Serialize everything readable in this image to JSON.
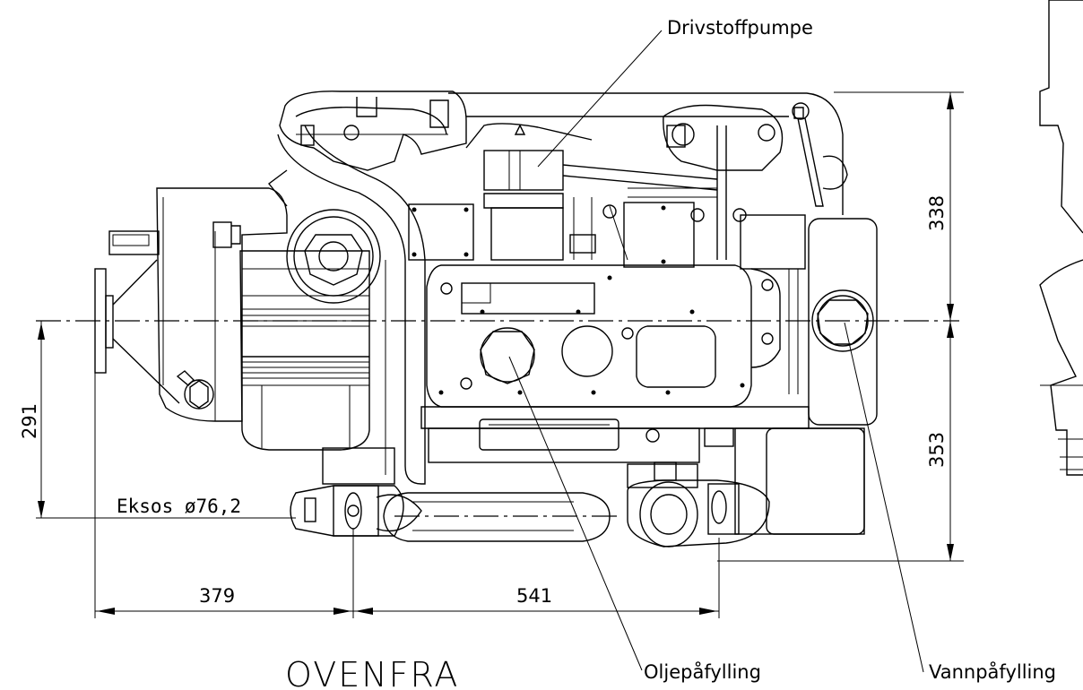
{
  "labels": {
    "fuel_pump": "Drivstoffpumpe",
    "exhaust": "Eksos ø76,2",
    "oil_fill": "Oljepåfylling",
    "water_fill": "Vannpåfylling",
    "view": "OVENFRA"
  },
  "dimensions": {
    "left_width": "379",
    "center_width": "541",
    "height_left": "291",
    "height_upper": "338",
    "height_lower": "353"
  }
}
